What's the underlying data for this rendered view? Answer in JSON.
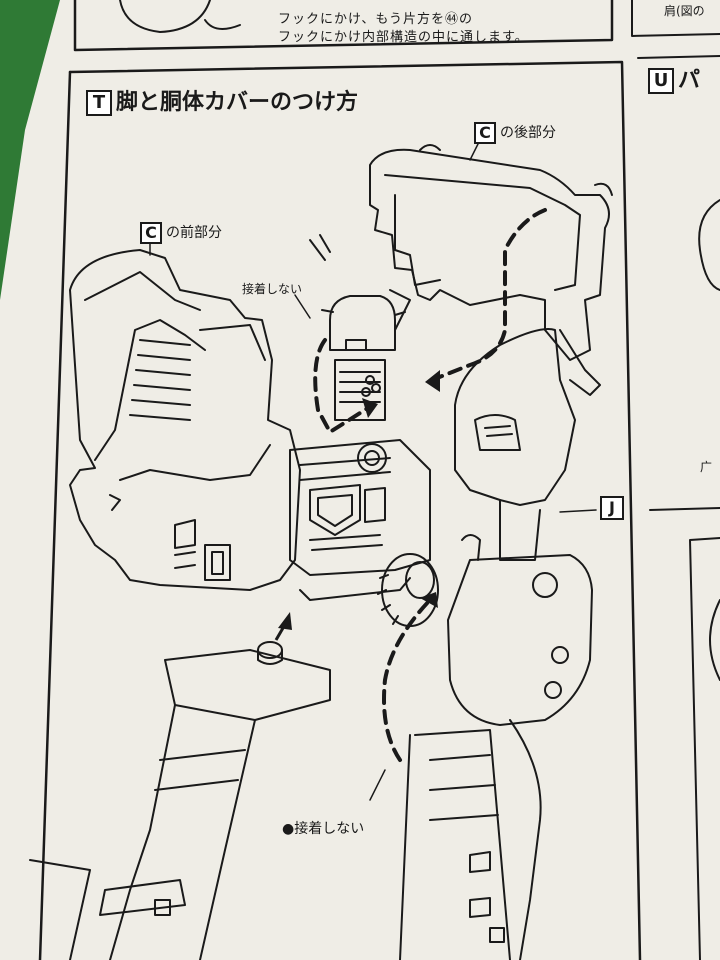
{
  "top_notes": {
    "line1": "フックにかけ、もう片方を㊹の",
    "line2": "フックにかけ内部構造の中に通します。",
    "right_fragment": "肩(図の"
  },
  "section_t": {
    "box": "T",
    "title": "脚と胴体カバーのつけ方"
  },
  "section_u": {
    "box": "U",
    "title": "パ"
  },
  "labels": {
    "c_back": {
      "box": "C",
      "text": "の後部分"
    },
    "c_front": {
      "box": "C",
      "text": "の前部分"
    },
    "j": {
      "box": "J"
    },
    "no_glue_small": "接着しない",
    "no_glue_bottom": "●接着しない"
  },
  "right_fragment2": "广",
  "colors": {
    "paper": "#efede6",
    "ink": "#1a1a1a",
    "background": "#2f7a35"
  }
}
